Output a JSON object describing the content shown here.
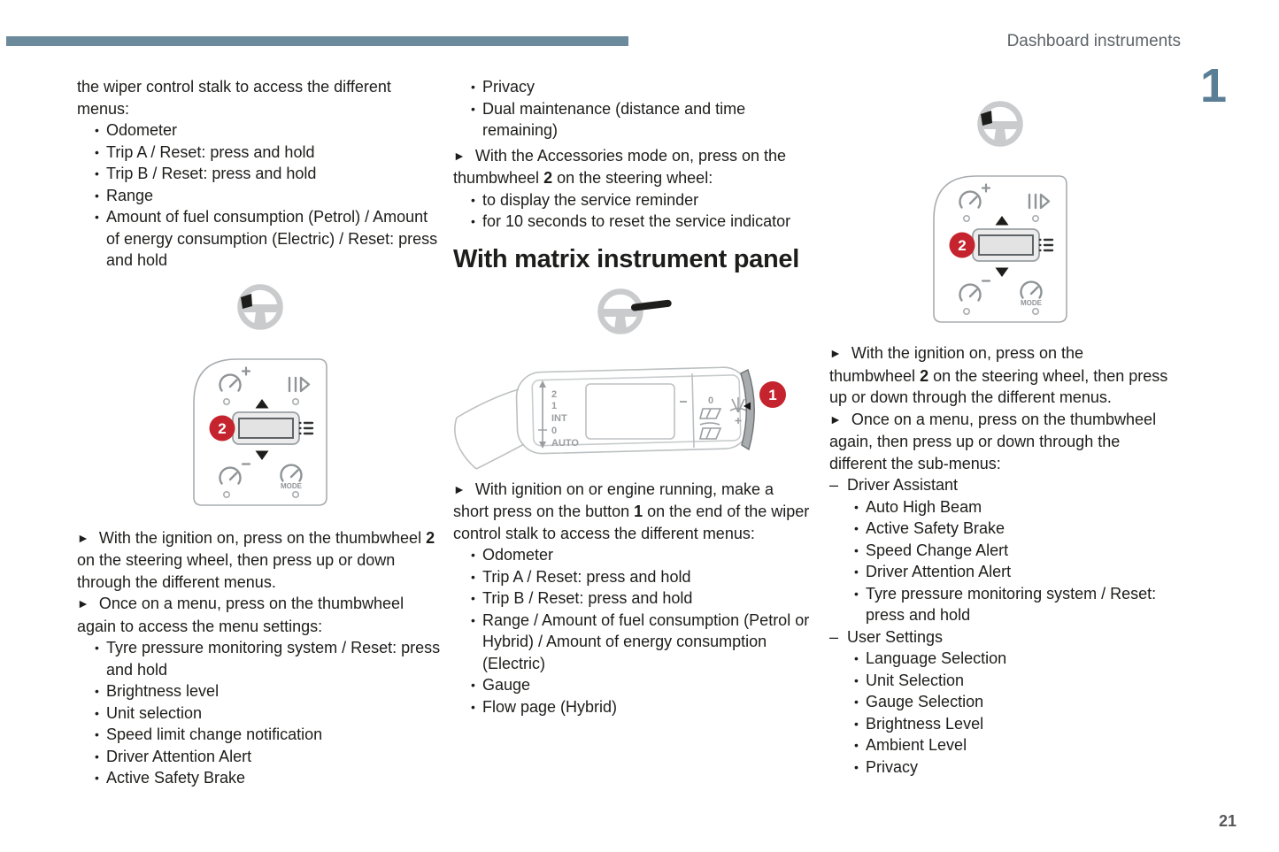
{
  "header": {
    "title": "Dashboard instruments",
    "chapter_number": "1"
  },
  "page_number": "21",
  "ui": {
    "bullet_char": "•",
    "dash_char": "–",
    "step_marker": "►"
  },
  "left_column": {
    "intro": "the wiper control stalk to access the different menus:",
    "menu_items": [
      "Odometer",
      "Trip A / Reset: press and hold",
      "Trip B / Reset: press and hold",
      "Range",
      "Amount of fuel consumption (Petrol) / Amount of energy consumption (Electric) / Reset: press and hold"
    ],
    "step1": {
      "pre": "With the ignition on, press on the thumbwheel ",
      "bold": "2",
      "post": " on the steering wheel, then press up or down through the different menus."
    },
    "step2": "Once on a menu, press on the thumbwheel again to access the menu settings:",
    "settings_items": [
      "Tyre pressure monitoring system / Reset: press and hold",
      "Brightness level",
      "Unit selection",
      "Speed limit change notification",
      "Driver Attention Alert",
      "Active Safety Brake"
    ]
  },
  "middle_column": {
    "top_items": [
      "Privacy",
      "Dual maintenance (distance and time remaining)"
    ],
    "accessories_step": {
      "pre": "With the Accessories mode on, press on the thumbwheel ",
      "bold": "2",
      "post": " on the steering wheel:"
    },
    "accessories_items": [
      "to display the service reminder",
      "for 10 seconds to reset the service indicator"
    ],
    "heading": "With matrix instrument panel",
    "ignition_step": {
      "pre": "With ignition on or engine running, make a short press on the button ",
      "bold": "1",
      "post": " on the end of the wiper control stalk to access the different menus:"
    },
    "menu_items": [
      "Odometer",
      "Trip A / Reset: press and hold",
      "Trip B / Reset: press and hold",
      "Range / Amount of fuel consumption (Petrol or Hybrid) / Amount of energy consumption (Electric)",
      "Gauge",
      "Flow page (Hybrid)"
    ]
  },
  "right_column": {
    "step1": {
      "pre": "With the ignition on, press on the thumbwheel ",
      "bold": "2",
      "post": " on the steering wheel, then press up or down through the different menus."
    },
    "step2": "Once on a menu, press on the thumbwheel again, then press up or down through the different the sub-menus:",
    "groups": [
      {
        "label": "Driver Assistant",
        "items": [
          "Auto High Beam",
          "Active Safety Brake",
          "Speed Change Alert",
          "Driver Attention Alert",
          "Tyre pressure monitoring system / Reset: press and hold"
        ]
      },
      {
        "label": "User Settings",
        "items": [
          "Language Selection",
          "Unit Selection",
          "Gauge Selection",
          "Brightness Level",
          "Ambient Level",
          "Privacy"
        ]
      }
    ]
  },
  "diagrams": {
    "callout_thumbwheel": "2",
    "callout_stalk_button": "1",
    "mode_label": "MODE",
    "stalk_positions": [
      "2",
      "1",
      "INT",
      "0",
      "AUTO"
    ],
    "stalk_zero_label": "0"
  },
  "colors": {
    "accent_bar": "#6b8a9b",
    "chapter_number": "#5a7e96",
    "badge_red": "#c5232d",
    "body_text": "#1d1d1b",
    "header_gray": "#5d6468",
    "page_number_gray": "#58595b",
    "diagram_line_gray": "#bdc0c2",
    "icon_gray": "#8f9497"
  }
}
